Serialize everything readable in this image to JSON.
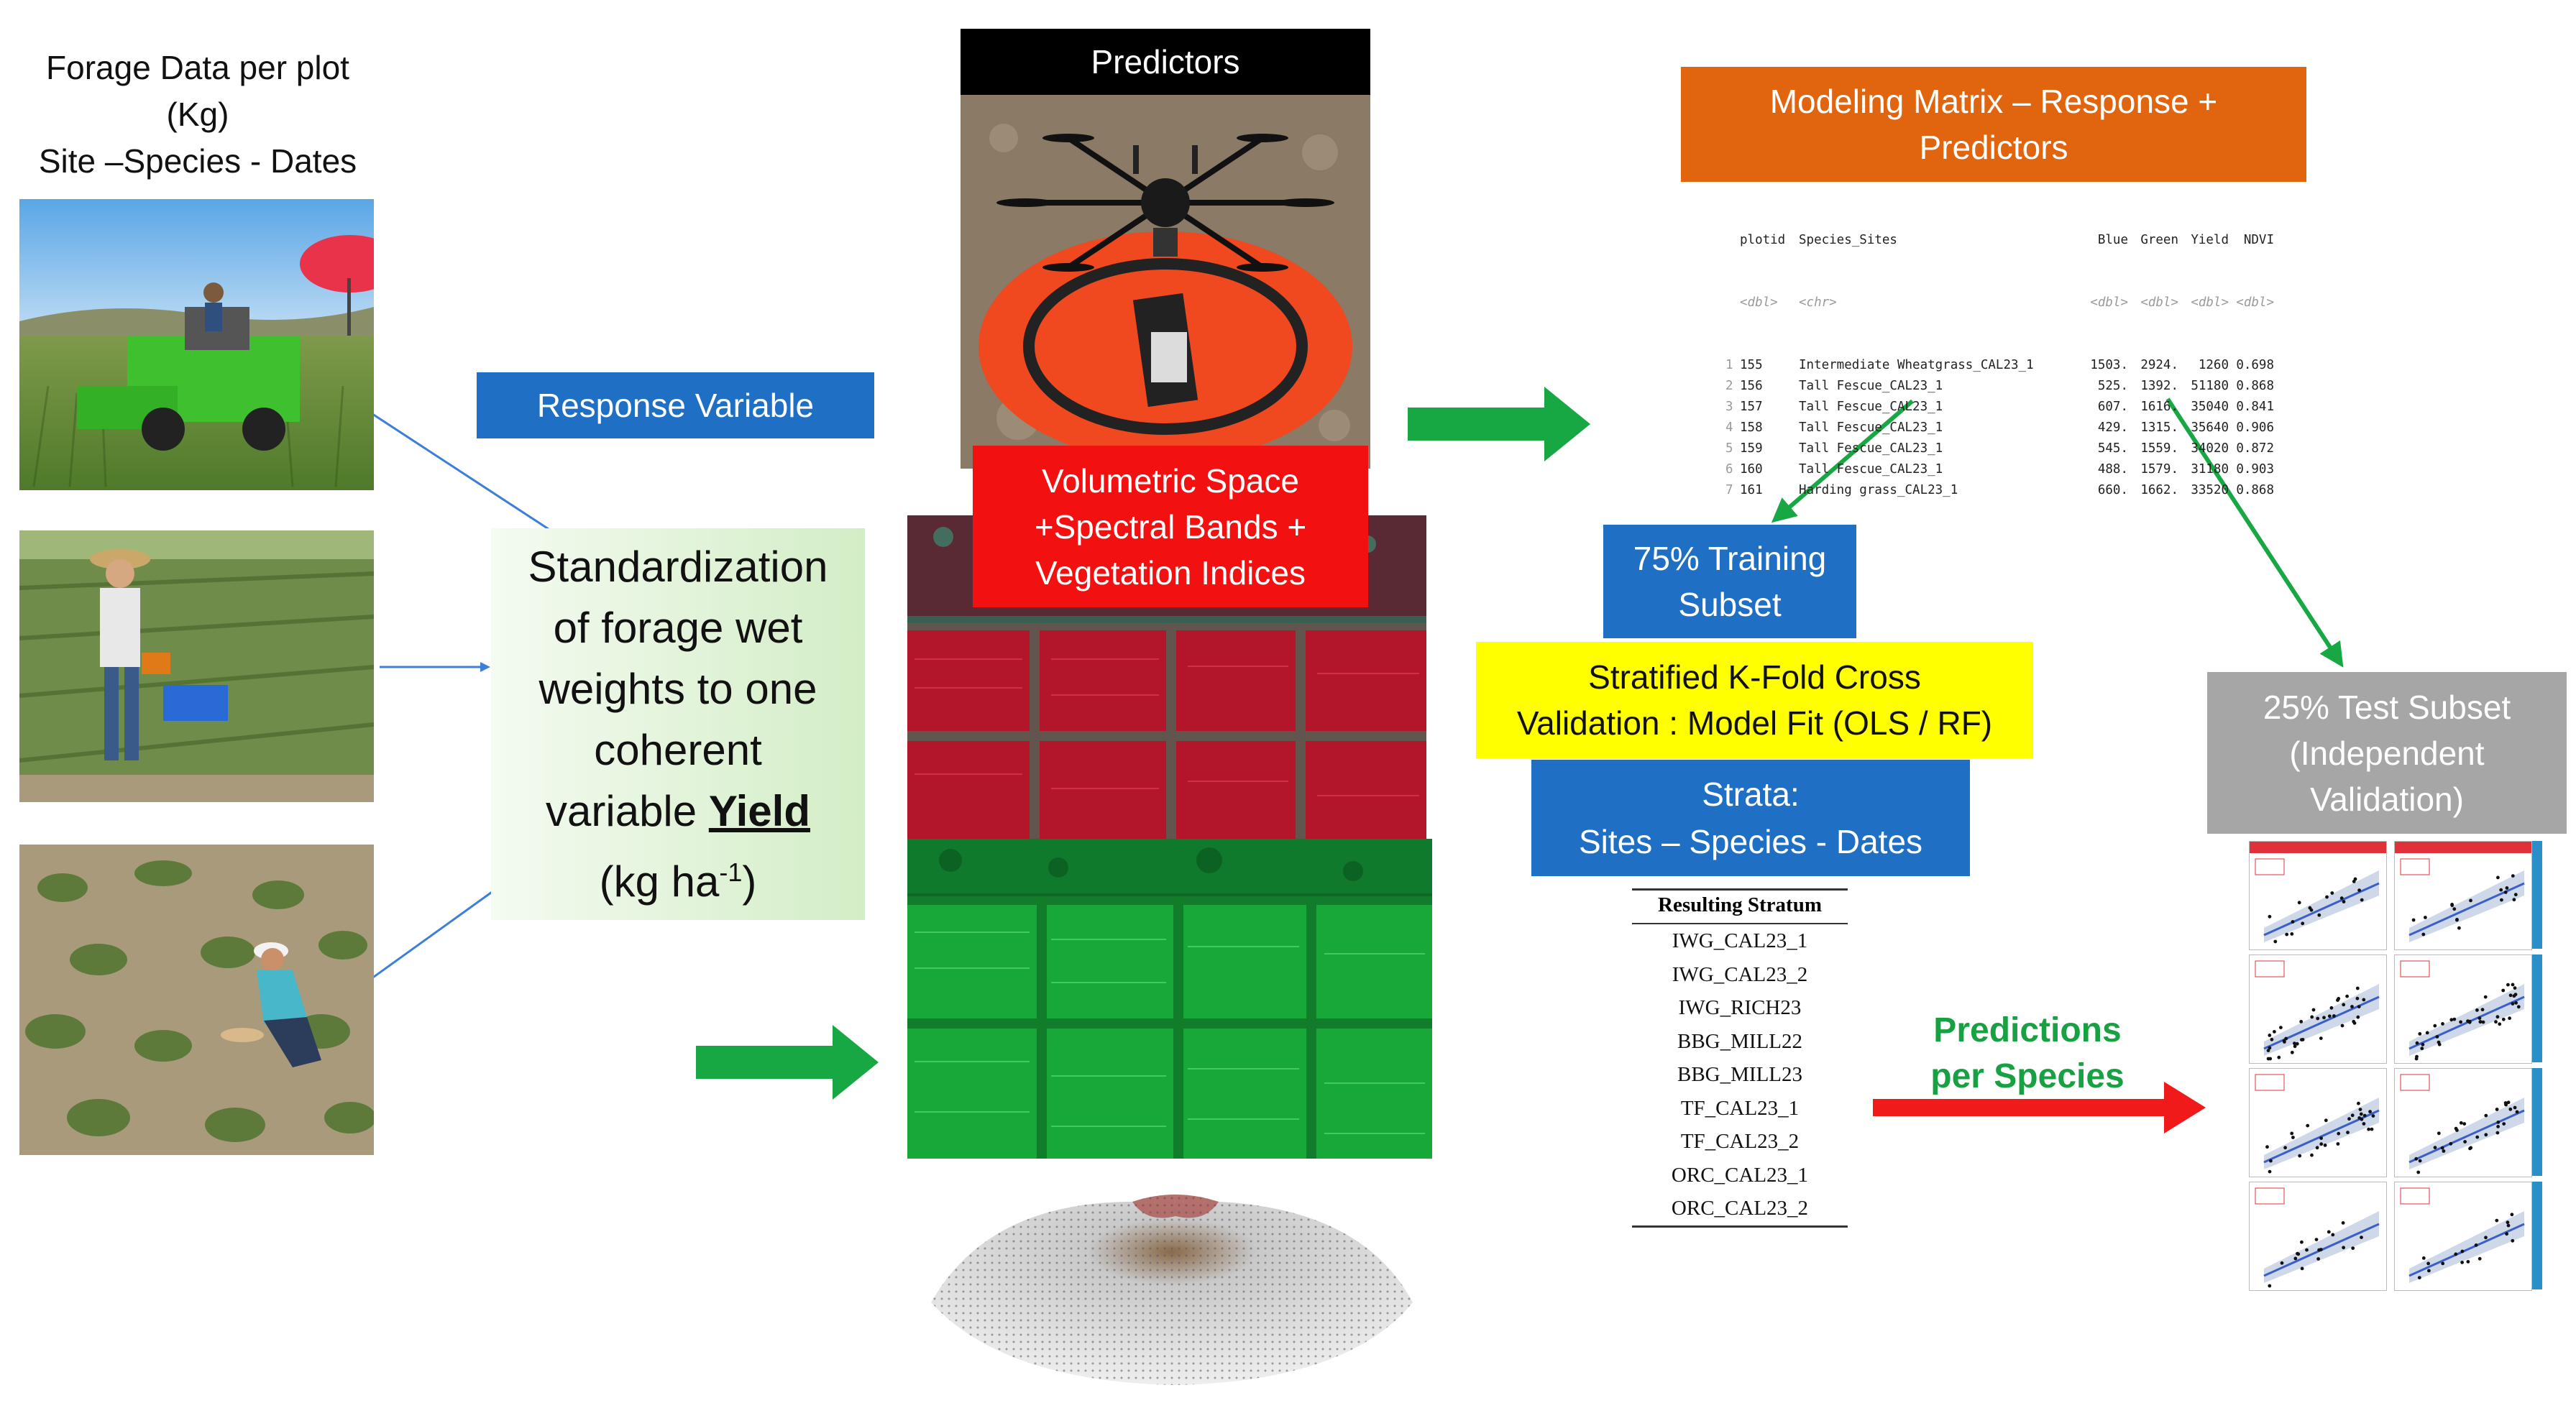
{
  "forage": {
    "title_lines": [
      "Forage Data per plot",
      "(Kg)",
      "Site –Species - Dates"
    ]
  },
  "response_variable": {
    "label": "Response Variable"
  },
  "standardization": {
    "line1": "Standardization",
    "line2": "of forage wet",
    "line3": "weights to one",
    "line4": "coherent",
    "line5_prefix": "variable ",
    "line5_bold": "Yield",
    "line6_prefix": "(kg ha",
    "line6_sup": "-1",
    "line6_suffix": ")"
  },
  "predictors": {
    "label": "Predictors"
  },
  "volumetric": {
    "lines": [
      "Volumetric Space",
      "+Spectral Bands +",
      "Vegetation Indices"
    ]
  },
  "modeling": {
    "title_lines": [
      "Modeling Matrix – Response +",
      "Predictors"
    ],
    "columns": [
      "plotid",
      "Species_Sites",
      "Blue",
      "Green",
      "Yield",
      "NDVI"
    ],
    "types": [
      "<dbl>",
      "<chr>",
      "<dbl>",
      "<dbl>",
      "<dbl>",
      "<dbl>"
    ],
    "rows": [
      [
        "1",
        "155",
        "Intermediate Wheatgrass_CAL23_1",
        "1503.",
        "2924.",
        "1260",
        "0.698"
      ],
      [
        "2",
        "156",
        "Tall Fescue_CAL23_1",
        "525.",
        "1392.",
        "51180",
        "0.868"
      ],
      [
        "3",
        "157",
        "Tall Fescue_CAL23_1",
        "607.",
        "1616.",
        "35040",
        "0.841"
      ],
      [
        "4",
        "158",
        "Tall Fescue_CAL23_1",
        "429.",
        "1315.",
        "35640",
        "0.906"
      ],
      [
        "5",
        "159",
        "Tall Fescue_CAL23_1",
        "545.",
        "1559.",
        "34020",
        "0.872"
      ],
      [
        "6",
        "160",
        "Tall Fescue_CAL23_1",
        "488.",
        "1579.",
        "31180",
        "0.903"
      ],
      [
        "7",
        "161",
        "Harding grass_CAL23_1",
        "660.",
        "1662.",
        "33520",
        "0.868"
      ]
    ]
  },
  "training": {
    "lines": [
      "75% Training",
      "Subset"
    ]
  },
  "kfold": {
    "lines": [
      "Stratified K-Fold Cross",
      "Validation : Model Fit (OLS / RF)"
    ]
  },
  "strata": {
    "lines": [
      "Strata:",
      "Sites – Species - Dates"
    ]
  },
  "strata_table": {
    "header": "Resulting Stratum",
    "rows": [
      "IWG_CAL23_1",
      "IWG_CAL23_2",
      "IWG_RICH23",
      "BBG_MILL22",
      "BBG_MILL23",
      "TF_CAL23_1",
      "TF_CAL23_2",
      "ORC_CAL23_1",
      "ORC_CAL23_2"
    ]
  },
  "predictions": {
    "lines": [
      "Predictions",
      "per Species"
    ]
  },
  "test": {
    "lines": [
      "25% Test Subset",
      "(Independent",
      "Validation)"
    ]
  },
  "colors": {
    "blue_box": "#1f6fc4",
    "green_box": "#d9efd0",
    "red_box": "#f21010",
    "orange_box": "#e1650e",
    "yellow_box": "#ffff00",
    "gray_box": "#a6a6a6",
    "black_box": "#000000",
    "green_arrow": "#18a843",
    "red_arrow": "#f01a1a",
    "green_text": "#17a142",
    "blue_line": "#3b7fd9"
  }
}
